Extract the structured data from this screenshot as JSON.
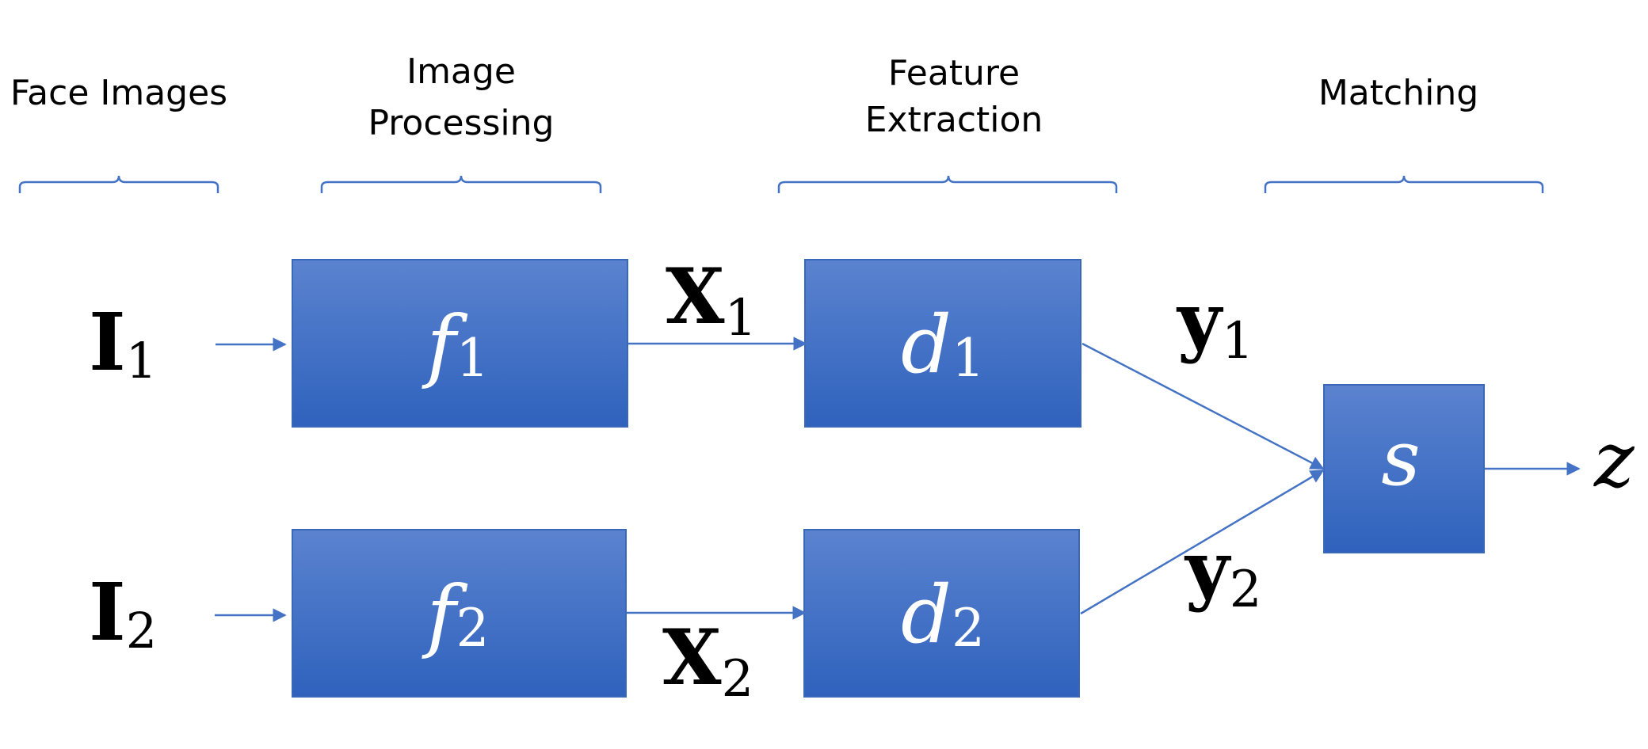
{
  "stages": {
    "face_images": "Face Images",
    "image_processing": [
      "Image",
      "Processing"
    ],
    "feature_extraction": [
      "Feature",
      "Extraction"
    ],
    "matching": "Matching"
  },
  "inputs": [
    {
      "symbol": "I",
      "subscript": "1"
    },
    {
      "symbol": "I",
      "subscript": "2"
    }
  ],
  "processing_blocks": [
    {
      "symbol": "f",
      "subscript": "1"
    },
    {
      "symbol": "f",
      "subscript": "2"
    }
  ],
  "processed_images": [
    {
      "symbol": "X",
      "subscript": "1"
    },
    {
      "symbol": "X",
      "subscript": "2"
    }
  ],
  "extraction_blocks": [
    {
      "symbol": "d",
      "subscript": "1"
    },
    {
      "symbol": "d",
      "subscript": "2"
    }
  ],
  "features": [
    {
      "symbol": "y",
      "subscript": "1"
    },
    {
      "symbol": "y",
      "subscript": "2"
    }
  ],
  "matcher": {
    "symbol": "s"
  },
  "output": {
    "symbol": "z"
  },
  "colors": {
    "box_top": "#5b83cf",
    "box_bottom": "#2f62bd",
    "box_border": "#3a68b8",
    "line": "#4472c4",
    "box_text": "#ffffff"
  }
}
